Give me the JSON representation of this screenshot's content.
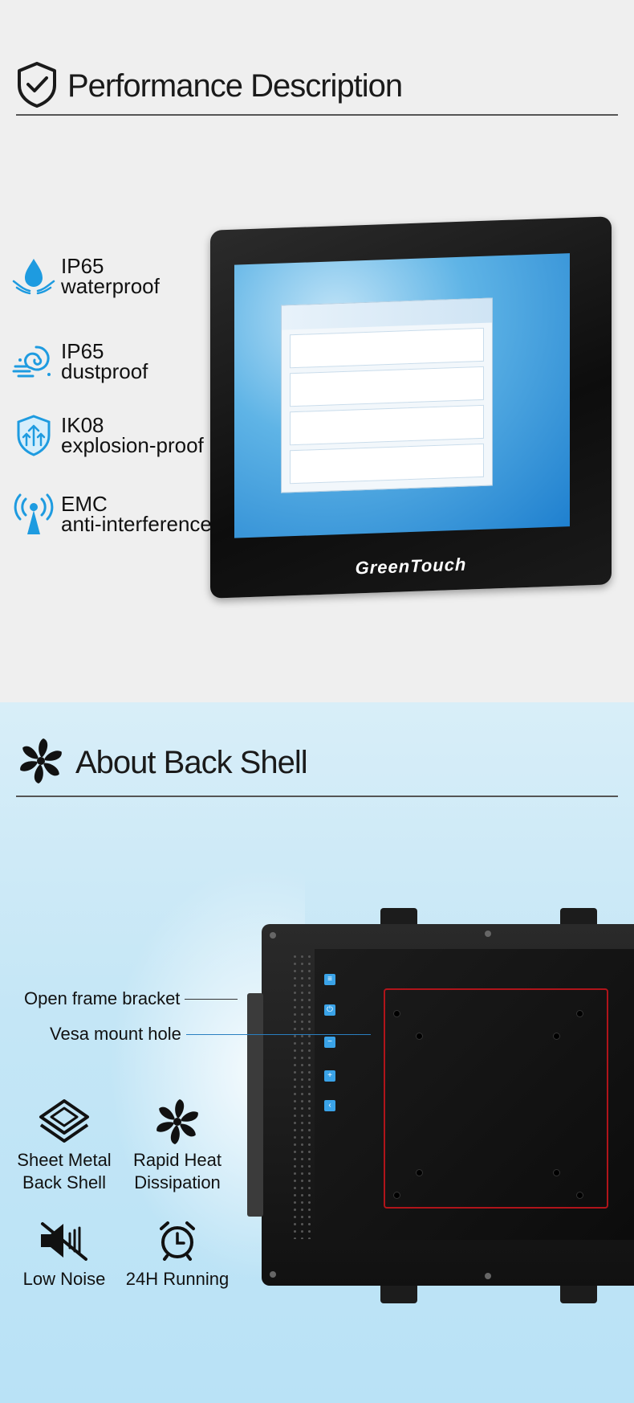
{
  "performance": {
    "heading": "Performance Description",
    "features": [
      {
        "icon": "water-drop-icon",
        "line1": "IP65",
        "line2": "waterproof"
      },
      {
        "icon": "dust-swirl-icon",
        "line1": "IP65",
        "line2": "dustproof"
      },
      {
        "icon": "shield-arrows-icon",
        "line1": "IK08",
        "line2": "explosion-proof"
      },
      {
        "icon": "antenna-signal-icon",
        "line1": "EMC",
        "line2": "anti-interference"
      }
    ],
    "monitor_brand": "GreenTouch"
  },
  "back_shell": {
    "heading": "About Back Shell",
    "callouts": [
      {
        "label": "Open frame bracket"
      },
      {
        "label": "Vesa mount hole"
      }
    ],
    "features": [
      {
        "icon": "layers-icon",
        "line1": "Sheet Metal",
        "line2": "Back Shell"
      },
      {
        "icon": "fan-icon",
        "line1": "Rapid Heat",
        "line2": "Dissipation"
      },
      {
        "icon": "mute-speaker-icon",
        "line1": "Low Noise",
        "line2": ""
      },
      {
        "icon": "alarm-clock-icon",
        "line1": "24H Running",
        "line2": ""
      }
    ]
  },
  "colors": {
    "accent_blue": "#1e9be0",
    "vesa_red": "#b0141a",
    "rule_gray": "#555555"
  }
}
